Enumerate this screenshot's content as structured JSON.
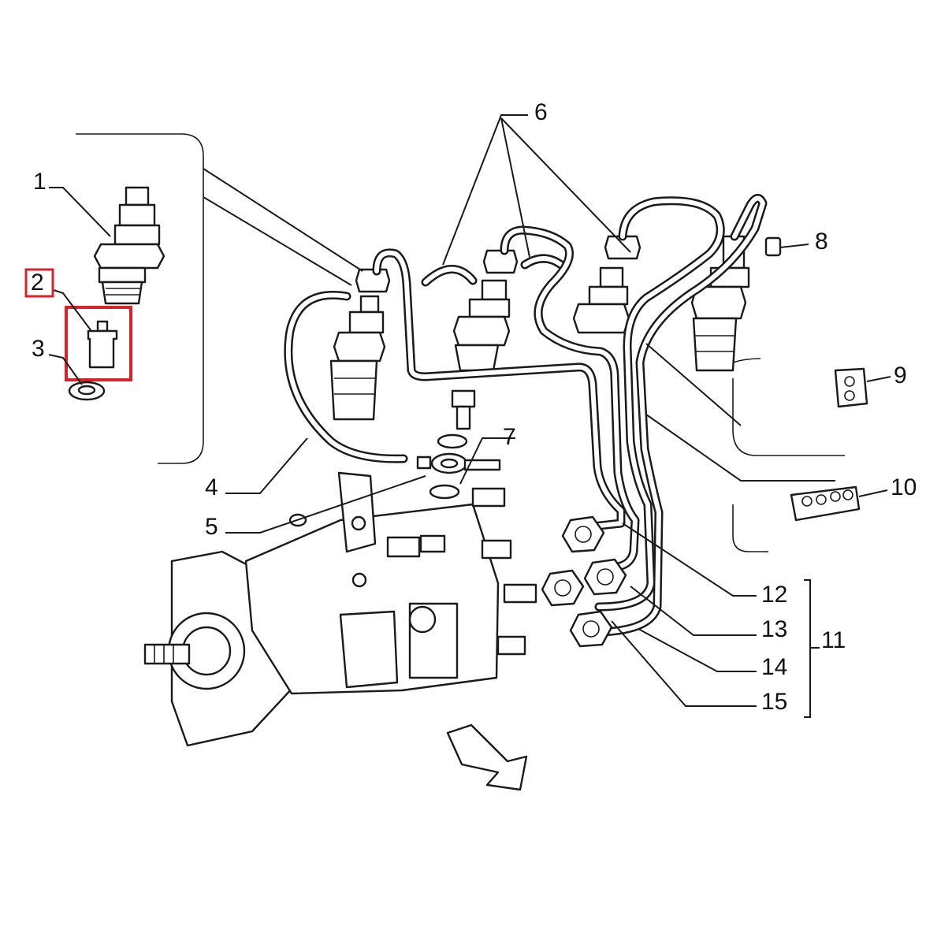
{
  "diagram": {
    "callouts": [
      {
        "id": "1",
        "text": "1"
      },
      {
        "id": "2",
        "text": "2"
      },
      {
        "id": "3",
        "text": "3"
      },
      {
        "id": "4",
        "text": "4"
      },
      {
        "id": "5",
        "text": "5"
      },
      {
        "id": "6",
        "text": "6"
      },
      {
        "id": "7",
        "text": "7"
      },
      {
        "id": "8",
        "text": "8"
      },
      {
        "id": "9",
        "text": "9"
      },
      {
        "id": "10",
        "text": "10"
      },
      {
        "id": "11",
        "text": "11"
      },
      {
        "id": "12",
        "text": "12"
      },
      {
        "id": "13",
        "text": "13"
      },
      {
        "id": "14",
        "text": "14"
      },
      {
        "id": "15",
        "text": "15"
      }
    ],
    "highlighted_part": "2",
    "highlight_color": "#d8232a"
  }
}
